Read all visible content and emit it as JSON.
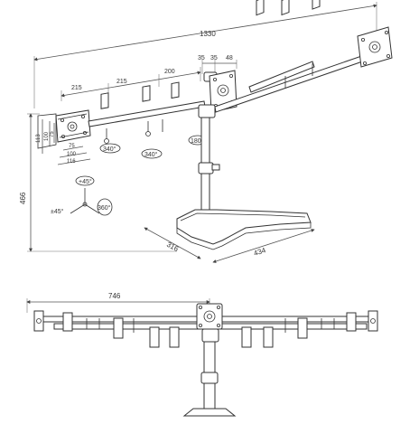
{
  "dimensions": {
    "total_width": "1330",
    "segment_1": "215",
    "segment_2": "215",
    "segment_3": "200",
    "center_a": "35",
    "center_b": "35",
    "center_c": "48",
    "height": "466",
    "base_depth": "316",
    "base_width": "434",
    "vesa_113": "113",
    "vesa_100": "100",
    "vesa_75": "75",
    "vesa_h_75": "75",
    "vesa_h_100": "100",
    "vesa_h_116": "116",
    "front_span": "746"
  },
  "rotations": {
    "arm_swivel_1": "340°",
    "arm_swivel_2": "340°",
    "center_rotate": "180°",
    "tilt_up": "+45°",
    "tilt_side": "±45°",
    "rotate_360": "360°"
  }
}
